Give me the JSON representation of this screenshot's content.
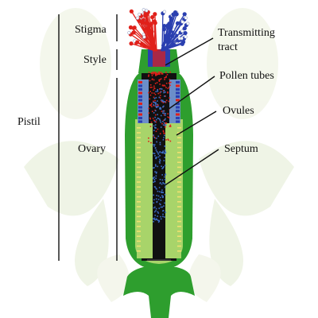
{
  "labels": {
    "stigma": "Stigma",
    "style": "Style",
    "pistil": "Pistil",
    "ovary": "Ovary",
    "transmitting_tract_line1": "Transmitting",
    "transmitting_tract_line2": "tract",
    "pollen_tubes": "Pollen tubes",
    "ovules": "Ovules",
    "septum": "Septum"
  },
  "colors": {
    "tissue_green": "#2e9e2e",
    "dark_green": "#1f7a1f",
    "ovary_wall_light": "#a8d46a",
    "septum_black": "#111111",
    "pollen_red": "#e0201a",
    "stigma_blue": "#2a3fb0",
    "ovule_blue": "#3d6fc8",
    "ovule_yellow": "#f0e070",
    "petal_faint": "#eef3e4",
    "label_line": "#111111"
  },
  "icons": {
    "pistil_body": "pistil-diagram"
  }
}
